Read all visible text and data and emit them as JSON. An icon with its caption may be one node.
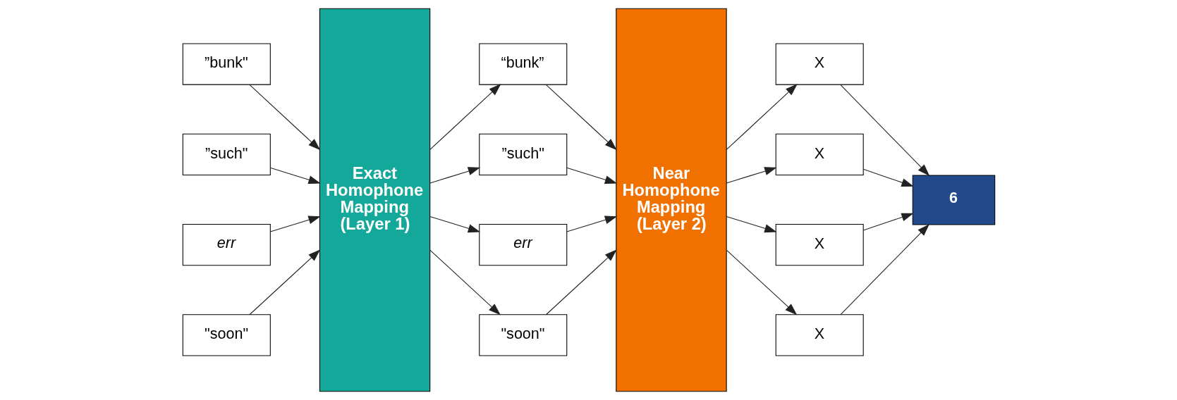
{
  "diagram": {
    "nodes": [
      {
        "text": [
          "”bunk\""
        ]
      },
      {
        "text": [
          "”such\""
        ]
      },
      {
        "text": [
          "err"
        ]
      },
      {
        "text": [
          "\"soon\""
        ]
      },
      {
        "text": [
          "Exact Homophone Mapping (Layer 1)"
        ]
      },
      {
        "text": [
          "“bunk”"
        ]
      },
      {
        "text": [
          "”such\""
        ]
      },
      {
        "text": [
          "err"
        ]
      },
      {
        "text": [
          "\"soon\""
        ]
      },
      {
        "text": [
          "Near Homophone Mapping (Layer 2)"
        ]
      },
      {
        "text": [
          "X"
        ]
      },
      {
        "text": [
          "X"
        ]
      },
      {
        "text": [
          "X"
        ]
      },
      {
        "text": [
          "X"
        ]
      },
      {
        "text": [
          "6"
        ]
      }
    ],
    "edges": [
      {
        "from": 0,
        "to": 4,
        "arrow": "to"
      },
      {
        "from": 1,
        "to": 4,
        "arrow": "to"
      },
      {
        "from": 2,
        "to": 4,
        "arrow": "to"
      },
      {
        "from": 3,
        "to": 4,
        "arrow": "to"
      },
      {
        "from": 4,
        "to": 5,
        "arrow": "to"
      },
      {
        "from": 4,
        "to": 6,
        "arrow": "to"
      },
      {
        "from": 4,
        "to": 7,
        "arrow": "to"
      },
      {
        "from": 4,
        "to": 8,
        "arrow": "to"
      },
      {
        "from": 5,
        "to": 9,
        "arrow": "to"
      },
      {
        "from": 6,
        "to": 9,
        "arrow": "to"
      },
      {
        "from": 7,
        "to": 9,
        "arrow": "to"
      },
      {
        "from": 8,
        "to": 9,
        "arrow": "to"
      },
      {
        "from": 9,
        "to": 10,
        "arrow": "to"
      },
      {
        "from": 9,
        "to": 11,
        "arrow": "to"
      },
      {
        "from": 9,
        "to": 12,
        "arrow": "to"
      },
      {
        "from": 9,
        "to": 13,
        "arrow": "to"
      },
      {
        "from": 10,
        "to": 14,
        "arrow": "to"
      },
      {
        "from": 11,
        "to": 14,
        "arrow": "to"
      },
      {
        "from": 12,
        "to": 14,
        "arrow": "to"
      },
      {
        "from": 13,
        "to": 14,
        "arrow": "to"
      }
    ]
  }
}
